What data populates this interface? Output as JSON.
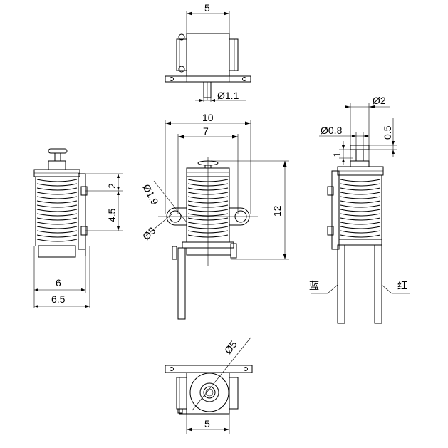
{
  "views": {
    "top": {
      "width_dim": "5",
      "pin_dim": "Ø1.1"
    },
    "left": {
      "dim_spring_top": "2",
      "dim_spring_mid": "4.5",
      "dim_width_6": "6",
      "dim_width_6_5": "6.5"
    },
    "front": {
      "dim_overall_width": "10",
      "dim_inner_width": "7",
      "dim_height": "12",
      "dim_hole_small": "Ø1.9",
      "dim_hole_large": "Ø3"
    },
    "right": {
      "dim_pin_diameter": "Ø0.8",
      "dim_cap_diameter": "Ø2",
      "dim_cap_height": "0.5",
      "dim_stem_height": "1",
      "lead_blue": "蓝",
      "lead_red": "红"
    },
    "bottom": {
      "dim_circle": "Ø5",
      "dim_width": "5"
    }
  }
}
